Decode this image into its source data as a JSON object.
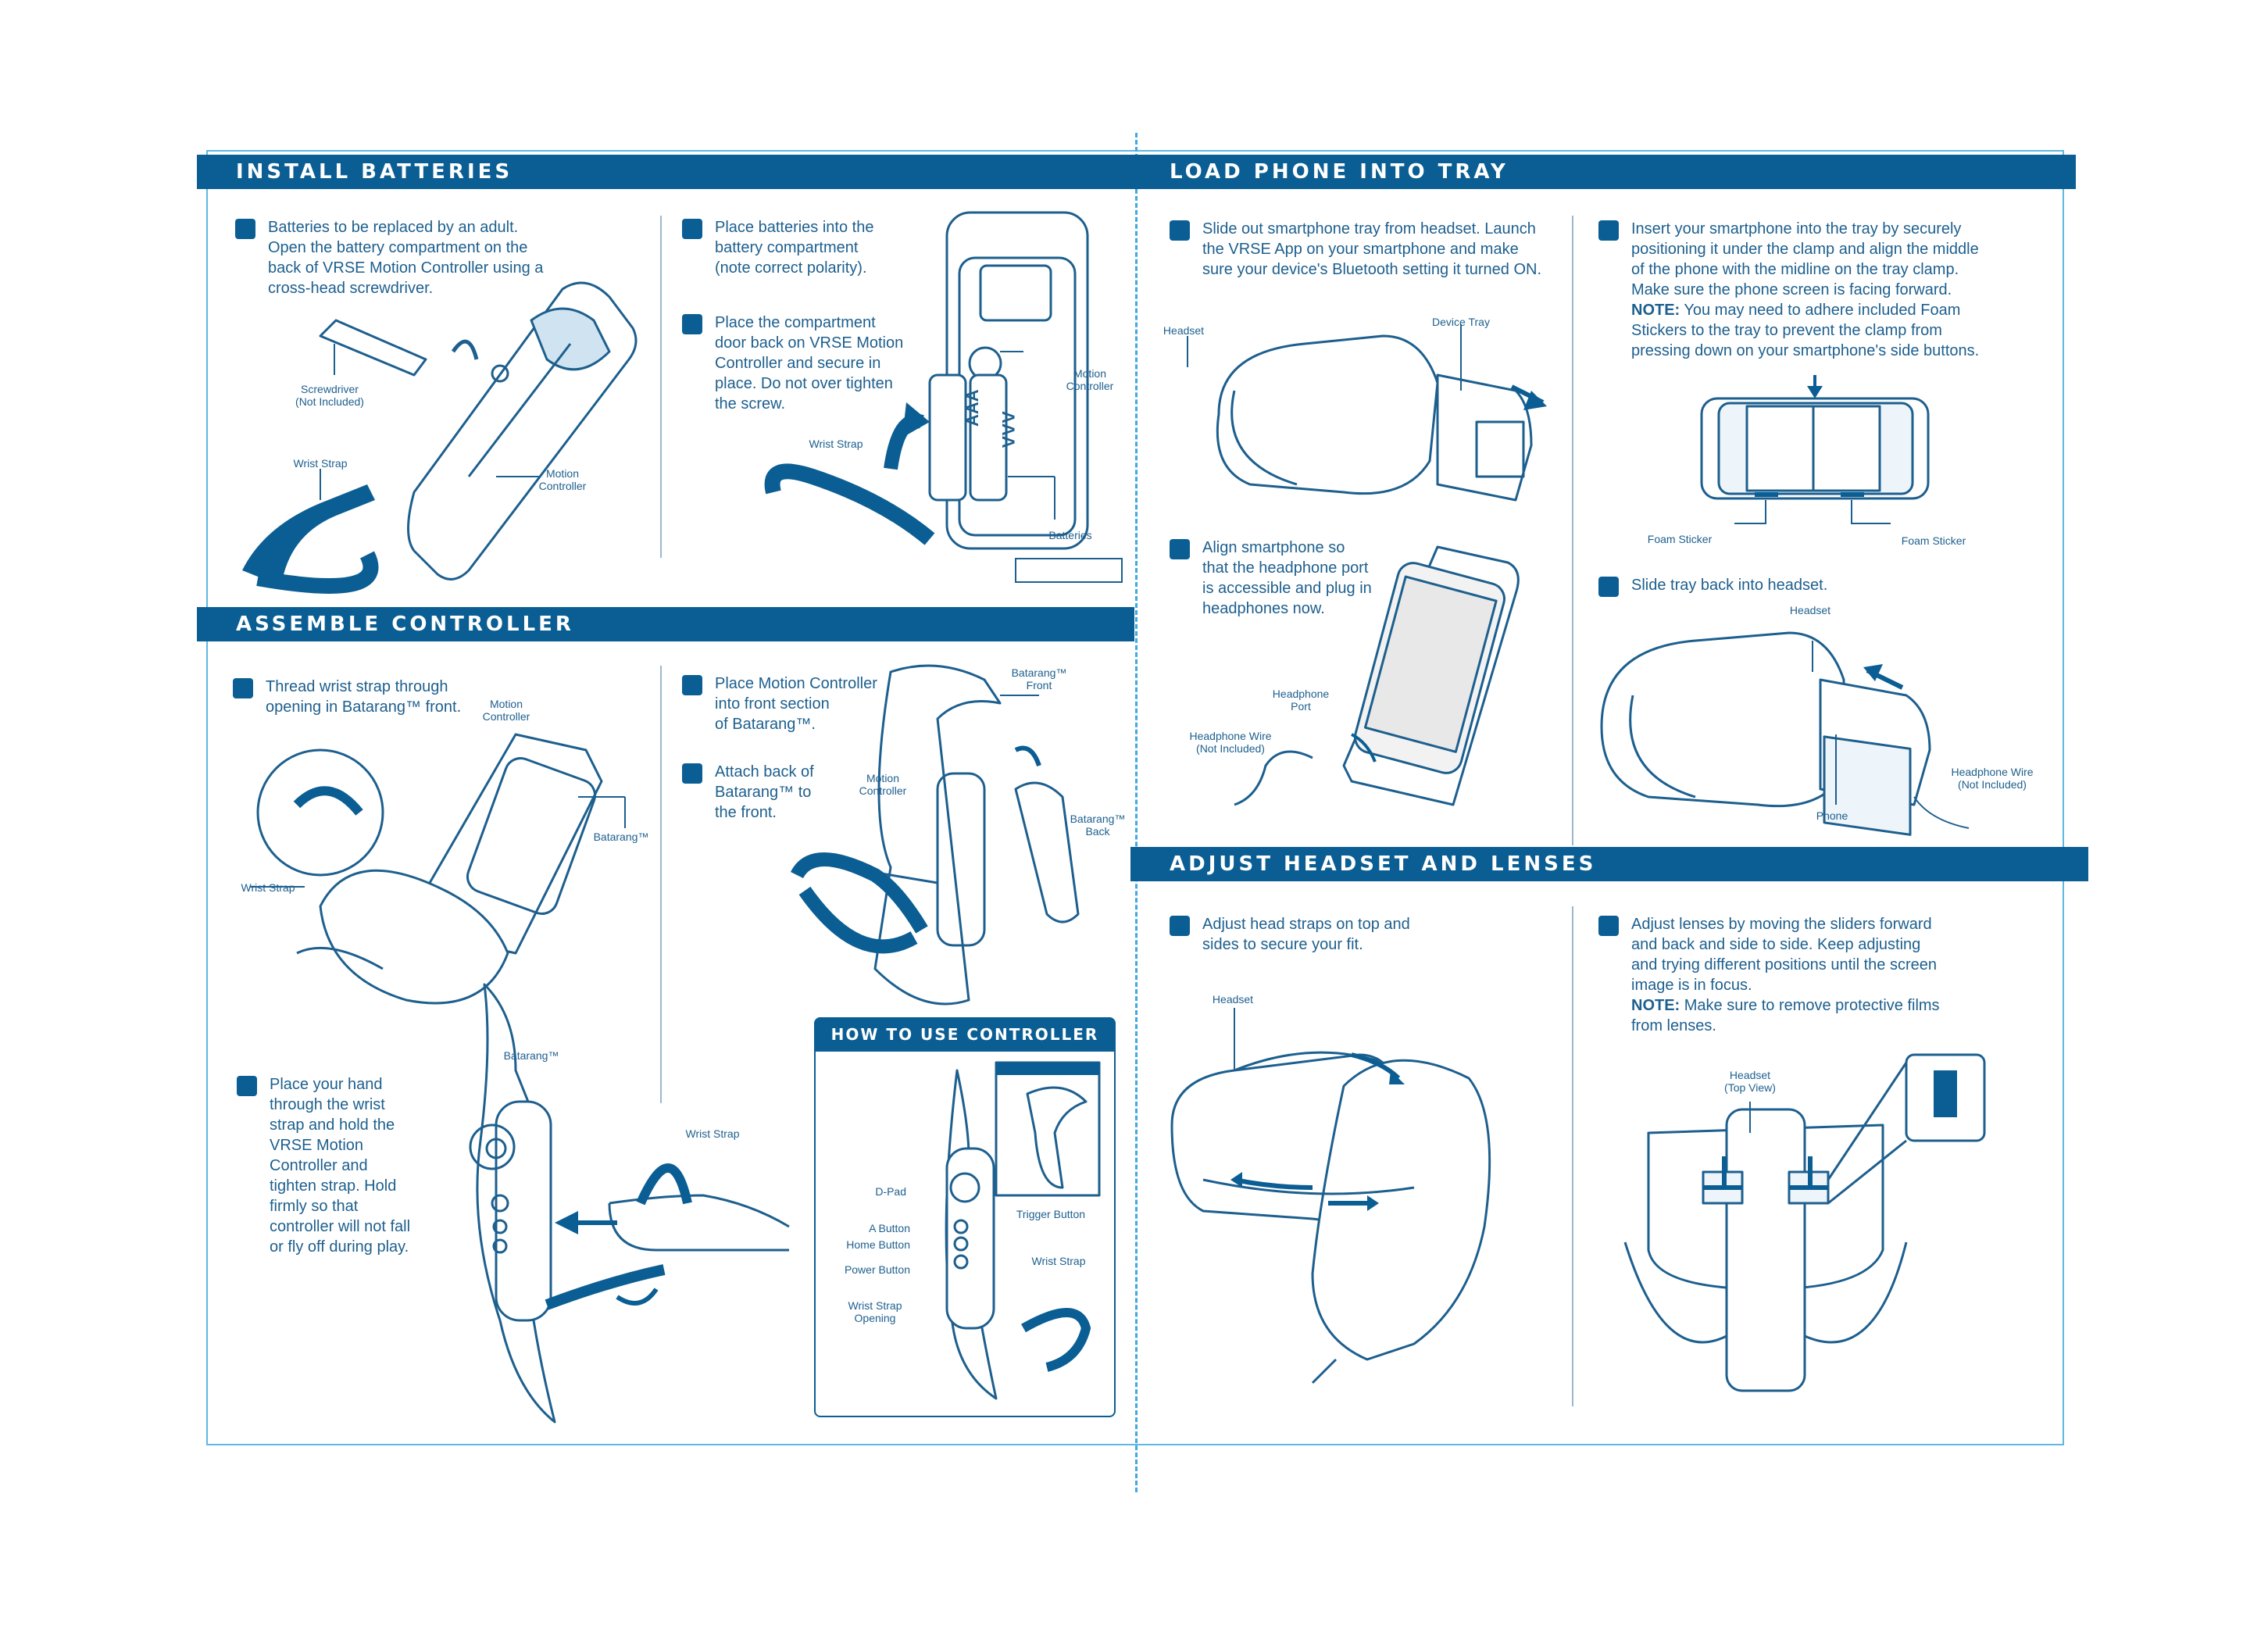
{
  "sections": {
    "install": "Install Batteries",
    "assemble": "Assemble Controller",
    "load": "Load Phone Into Tray",
    "adjust": "Adjust Headset and Lenses",
    "how": "HOW TO USE CONTROLLER"
  },
  "steps": {
    "install1": "Batteries to be replaced by an adult.\nOpen the battery compartment on the\nback of VRSE Motion Controller using a\ncross-head screwdriver.",
    "install2": "Place batteries into the\nbattery compartment\n(note correct polarity).",
    "install3": "Place the compartment\ndoor back on VRSE Motion\nController and secure in\nplace. Do not over tighten\nthe screw.",
    "assemble1": "Thread wrist strap through\nopening in Batarang™ front.",
    "assemble2": "Place Motion Controller\ninto front section\nof Batarang™.",
    "assemble3": "Attach back of\nBatarang™ to\nthe front.",
    "assemble4": "Place your hand\nthrough the wrist\nstrap and hold the\nVRSE Motion\nController and\ntighten strap. Hold\nfirmly so that\ncontroller will not fall\nor fly off during play.",
    "load1": "Slide out smartphone tray from headset. Launch\nthe VRSE App on your smartphone and make\nsure your device's Bluetooth setting it turned ON.",
    "load2": "Insert your smartphone into the tray by securely\npositioning it under the clamp and align the middle\nof the phone with the midline on the tray clamp.\nMake sure the phone screen is facing forward.",
    "load2_note_label": "NOTE:",
    "load2_note": " You may need to adhere included Foam\nStickers to the tray to prevent the clamp from\npressing down on your smartphone's side buttons.",
    "load3": "Align smartphone so\nthat the headphone port\nis accessible and plug in\nheadphones now.",
    "load4": "Slide tray back into headset.",
    "adjust1": "Adjust head straps on top and\nsides to secure your fit.",
    "adjust2": "Adjust lenses by moving the sliders forward\nand back and side to side. Keep adjusting\nand trying different positions until the screen\nimage is in focus.",
    "adjust2_note_label": "NOTE:",
    "adjust2_note": " Make sure to remove protective films\nfrom lenses."
  },
  "labels": {
    "screwdriver": "Screwdriver\n(Not Included)",
    "wrist_strap_1": "Wrist Strap",
    "motion_controller_1": "Motion\nController",
    "motion_controller_2": "Motion\nController",
    "wrist_strap_2": "Wrist Strap",
    "batteries": "Batteries",
    "aaa": "AAA",
    "motion_controller_3": "Motion\nController",
    "batarang_1": "Batarang™",
    "wrist_strap_3": "Wrist Strap",
    "batarang_front": "Batarang™\nFront",
    "motion_controller_4": "Motion\nController",
    "batarang_back": "Batarang™\nBack",
    "batarang_2": "Batarang™",
    "wrist_strap_4": "Wrist Strap",
    "dpad": "D-Pad",
    "a_button": "A Button",
    "home_button": "Home Button",
    "power_button": "Power Button",
    "wrist_strap_opening": "Wrist Strap\nOpening",
    "trigger_button": "Trigger Button",
    "wrist_strap_5": "Wrist Strap",
    "headset_1": "Headset",
    "device_tray": "Device Tray",
    "foam_sticker_1": "Foam Sticker",
    "foam_sticker_2": "Foam Sticker",
    "headphone_port": "Headphone\nPort",
    "headphone_wire_1": "Headphone Wire\n(Not Included)",
    "headset_2": "Headset",
    "phone": "Phone",
    "headphone_wire_2": "Headphone Wire\n(Not Included)",
    "headset_3": "Headset",
    "headset_top": "Headset\n(Top View)"
  },
  "colors": {
    "primary": "#0b5e93",
    "line": "#1d5f8e",
    "frame": "#5fb8e0"
  }
}
